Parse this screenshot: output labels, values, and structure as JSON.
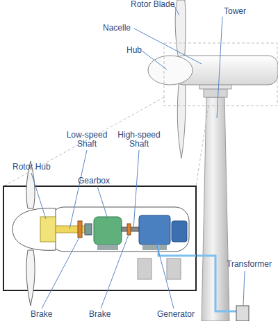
{
  "diagram": {
    "labels": [
      "Rotor Blade",
      "Nacelle",
      "Hub",
      "Tower",
      "Low-speed Shaft",
      "High-speed Shaft",
      "Rotor Hub",
      "Gearbox",
      "Brake",
      "Brake",
      "Generator",
      "Transformer"
    ]
  }
}
